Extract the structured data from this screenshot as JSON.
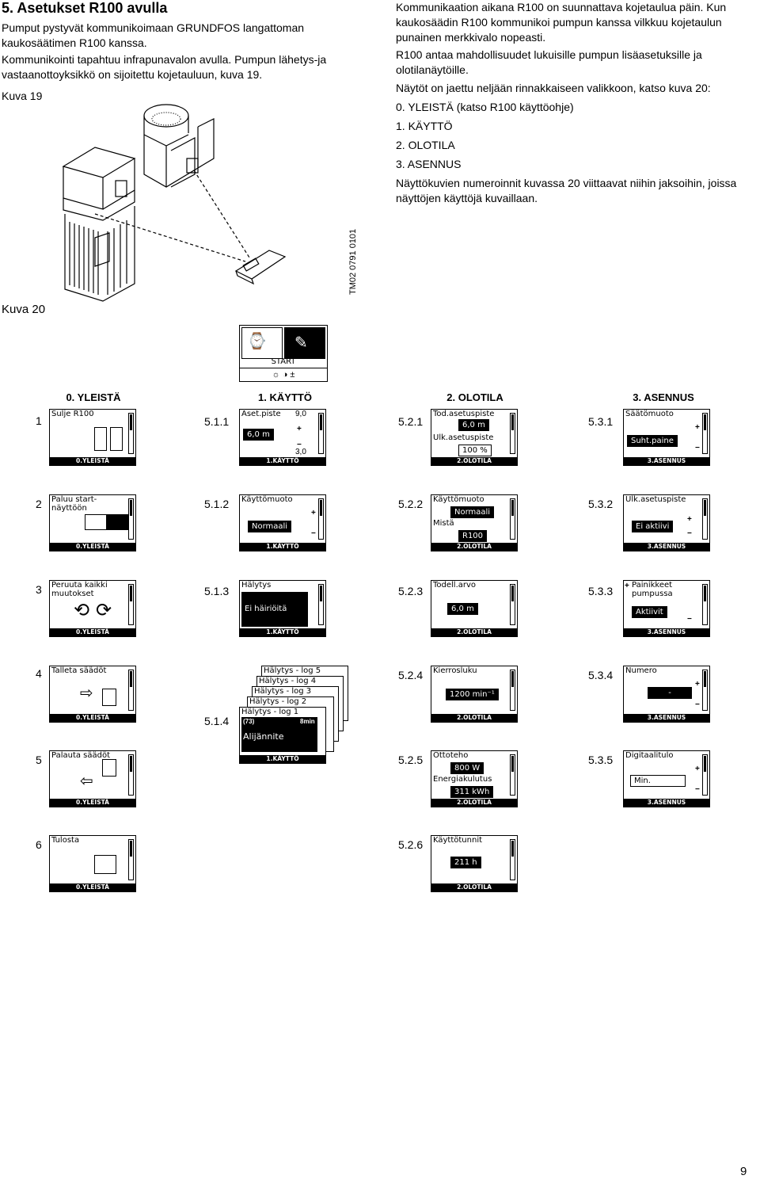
{
  "heading": "5. Asetukset R100 avulla",
  "left_para1": "Pumput pystyvät kommunikoimaan GRUNDFOS langattoman kaukosäätimen R100 kanssa.",
  "left_para2": "Kommunikointi tapahtuu infrapunavalon avulla. Pumpun lähetys-ja vastaanottoyksikkö on sijoitettu kojetauluun, kuva 19.",
  "fig19_label": "Kuva 19",
  "right_para1": "Kommunikaation aikana R100 on suunnattava kojetaulua päin. Kun kaukosäädin R100 kommunikoi pumpun kanssa vilkkuu kojetaulun punainen merkkivalo nopeasti.",
  "right_para2": "R100 antaa mahdollisuudet lukuisille pumpun lisäasetuksille ja olotilanäytöille.",
  "right_para3": "Näytöt on jaettu neljään rinnakkaiseen valikkoon, katso kuva 20:",
  "menu_list": [
    "0. YLEISTÄ (katso R100 käyttöohje)",
    "1. KÄYTTÖ",
    "2. OLOTILA",
    "3. ASENNUS"
  ],
  "right_para4": "Näyttökuvien numeroinnit kuvassa 20 viittaavat niihin jaksoihin, joissa näyttöjen käyttöjä kuvaillaan.",
  "tm_code": "TM02 0791 0101",
  "fig20_label": "Kuva 20",
  "start_label": "START",
  "columns": [
    "0. YLEISTÄ",
    "1. KÄYTTÖ",
    "2. OLOTILA",
    "3. ASENNUS"
  ],
  "row_numbers": [
    "1",
    "2",
    "3",
    "4",
    "5",
    "6"
  ],
  "codes": {
    "c511": "5.1.1",
    "c512": "5.1.2",
    "c513": "5.1.3",
    "c514": "5.1.4",
    "c521": "5.2.1",
    "c522": "5.2.2",
    "c523": "5.2.3",
    "c524": "5.2.4",
    "c525": "5.2.5",
    "c526": "5.2.6",
    "c531": "5.3.1",
    "c532": "5.3.2",
    "c533": "5.3.3",
    "c534": "5.3.4",
    "c535": "5.3.5"
  },
  "screens": {
    "g1": {
      "title": "Sulje R100",
      "bar": "0.YLEISTÄ"
    },
    "g2": {
      "title": "Paluu start-\nnäyttöön",
      "bar": "0.YLEISTÄ"
    },
    "g3": {
      "title": "Peruuta kaikki\nmuutokset",
      "bar": "0.YLEISTÄ"
    },
    "g4": {
      "title": "Talleta säädöt",
      "bar": "0.YLEISTÄ"
    },
    "g5": {
      "title": "Palauta säädöt",
      "bar": "0.YLEISTÄ"
    },
    "g6": {
      "title": "Tulosta",
      "bar": "0.YLEISTÄ"
    },
    "k1": {
      "title": "Aset.piste",
      "value": "6,0 m",
      "max": "9,0",
      "min": "3,0",
      "bar": "1.KÄYTTÖ"
    },
    "k2": {
      "title": "Käyttömuoto",
      "value": "Normaali",
      "bar": "1.KÄYTTÖ"
    },
    "k3": {
      "title": "Hälytys",
      "value": "Ei häiriöitä",
      "bar": "1.KÄYTTÖ"
    },
    "k4": {
      "logs": [
        "Hälytys - log 5",
        "Hälytys - log 4",
        "Hälytys - log 3",
        "Hälytys - log 2",
        "Hälytys - log 1"
      ],
      "code_left": "(73)",
      "code_right": "8min",
      "value": "Alijännite",
      "bar": "1.KÄYTTÖ"
    },
    "o1": {
      "title": "Tod.asetuspiste",
      "value": "6,0 m",
      "title2": "Ulk.asetuspiste",
      "value2": "100 %",
      "bar": "2.OLOTILA"
    },
    "o2": {
      "title": "Käyttömuoto",
      "value": "Normaali",
      "title2": "Mistä",
      "value2": "R100",
      "bar": "2.OLOTILA"
    },
    "o3": {
      "title": "Todell.arvo",
      "value": "6,0 m",
      "bar": "2.OLOTILA"
    },
    "o4": {
      "title": "Kierrosluku",
      "value": "1200 min⁻¹",
      "bar": "2.OLOTILA"
    },
    "o5": {
      "title": "Ottoteho",
      "value": "800 W",
      "title2": "Energiakulutus",
      "value2": "311 kWh",
      "bar": "2.OLOTILA"
    },
    "o6": {
      "title": "Käyttötunnit",
      "value": "211 h",
      "bar": "2.OLOTILA"
    },
    "a1": {
      "title": "Säätömuoto",
      "value": "Suht.paine",
      "bar": "3.ASENNUS"
    },
    "a2": {
      "title": "Ulk.asetuspiste",
      "value": "Ei aktiivi",
      "bar": "3.ASENNUS"
    },
    "a3": {
      "title": "Painikkeet\npumpussa",
      "value": "Aktiivit",
      "bar": "3.ASENNUS"
    },
    "a4": {
      "title": "Numero",
      "value": "-",
      "bar": "3.ASENNUS"
    },
    "a5": {
      "title": "Digitaalitulo",
      "value": "Min.",
      "bar": "3.ASENNUS"
    }
  },
  "page_number": "9"
}
